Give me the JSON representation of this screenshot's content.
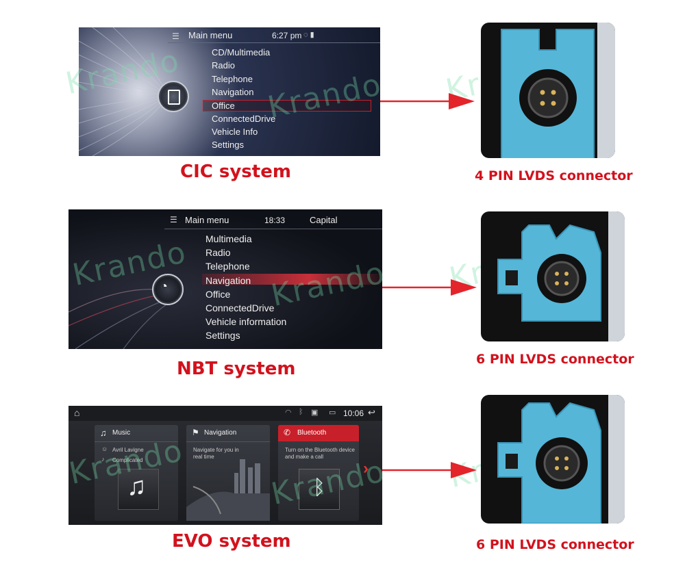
{
  "cic": {
    "header_title": "Main menu",
    "time": "6:27 pm",
    "menu": [
      "CD/Multimedia",
      "Radio",
      "Telephone",
      "Navigation",
      "Office",
      "ConnectedDrive",
      "Vehicle Info",
      "Settings"
    ],
    "selected_index": 4,
    "caption": "CIC system"
  },
  "nbt": {
    "header_title": "Main menu",
    "time": "18:33",
    "location": "Capital",
    "menu": [
      "Multimedia",
      "Radio",
      "Telephone",
      "Navigation",
      "Office",
      "ConnectedDrive",
      "Vehicle information",
      "Settings"
    ],
    "selected_index": 3,
    "caption": "NBT system"
  },
  "evo": {
    "time": "10:06",
    "tiles": [
      {
        "title": "Music",
        "line1": "Avril Lavigne",
        "line2": "Complicated"
      },
      {
        "title": "Navigation",
        "desc": "Navigate for you in real time"
      },
      {
        "title": "Bluetooth",
        "desc": "Turn on the Bluetooth device and make a call"
      }
    ],
    "caption": "EVO system"
  },
  "connectors": [
    {
      "label": "4 PIN LVDS connector"
    },
    {
      "label": "6 PIN LVDS connector"
    },
    {
      "label": "6 PIN LVDS connector"
    }
  ],
  "watermark": "Krando",
  "colors": {
    "caption": "#d2121d",
    "connector": "#55b6d8",
    "highlight": "#c8202a"
  }
}
